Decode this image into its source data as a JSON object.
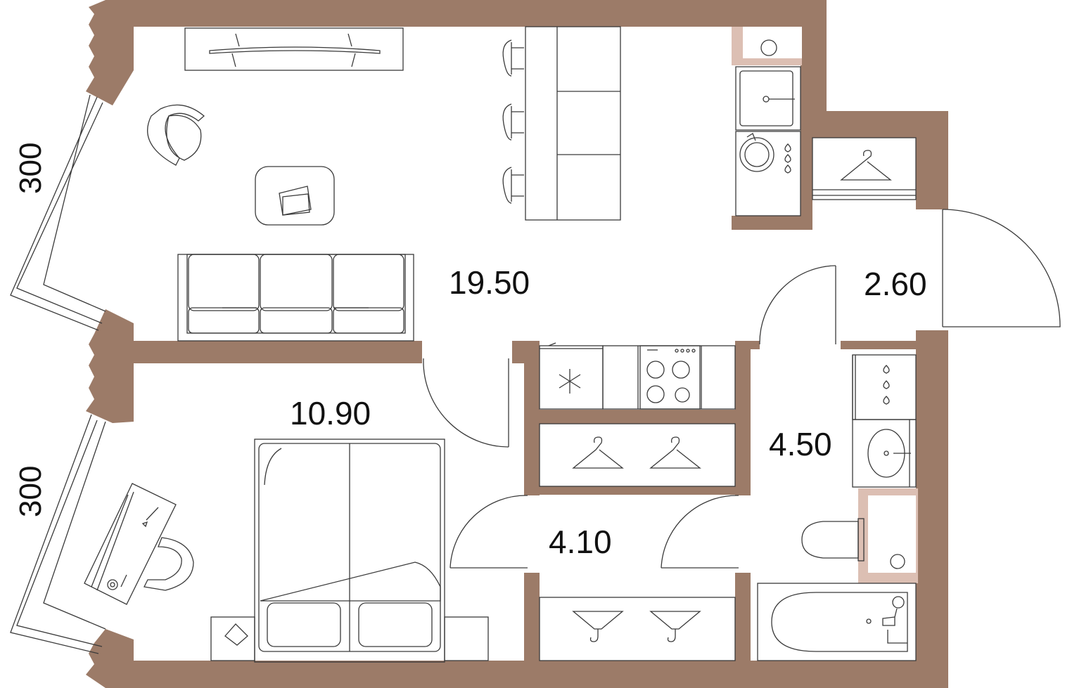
{
  "colors": {
    "wall": "#9c7b68",
    "wall_light": "#dcbfb3",
    "line": "#3a3a3a",
    "background": "#ffffff"
  },
  "rooms": [
    {
      "id": "living",
      "area": "19.50"
    },
    {
      "id": "bedroom",
      "area": "10.90"
    },
    {
      "id": "hall",
      "area": "4.10"
    },
    {
      "id": "bathroom",
      "area": "4.50"
    },
    {
      "id": "entrance",
      "area": "2.60"
    }
  ],
  "window_dims": [
    "300",
    "300"
  ],
  "icons": [
    "sofa-icon",
    "tv-icon",
    "armchair-icon",
    "coffee-table-icon",
    "dining-table-icon",
    "stool-icon",
    "bed-icon",
    "desk-icon",
    "chair-icon",
    "nightstand-icon",
    "fridge-icon",
    "stove-icon",
    "wardrobe-icon",
    "hanger-icon",
    "washing-machine-icon",
    "sink-icon",
    "toilet-icon",
    "bathtub-icon",
    "boiler-icon"
  ]
}
